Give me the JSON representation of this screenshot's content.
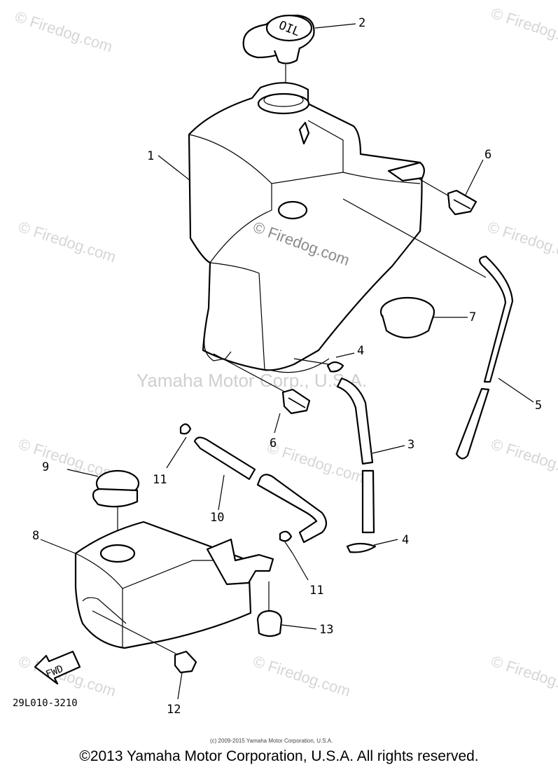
{
  "watermarks": {
    "site": "© Firedog.com",
    "center": "© Firedog.com",
    "corp": "Yamaha Motor Corp., U.S.A."
  },
  "callouts": [
    {
      "id": "1",
      "label": "1"
    },
    {
      "id": "2",
      "label": "2"
    },
    {
      "id": "3",
      "label": "3"
    },
    {
      "id": "4a",
      "label": "4"
    },
    {
      "id": "4b",
      "label": "4"
    },
    {
      "id": "5",
      "label": "5"
    },
    {
      "id": "6a",
      "label": "6"
    },
    {
      "id": "6b",
      "label": "6"
    },
    {
      "id": "7",
      "label": "7"
    },
    {
      "id": "8",
      "label": "8"
    },
    {
      "id": "9",
      "label": "9"
    },
    {
      "id": "10",
      "label": "10"
    },
    {
      "id": "11a",
      "label": "11"
    },
    {
      "id": "11b",
      "label": "11"
    },
    {
      "id": "12",
      "label": "12"
    },
    {
      "id": "13",
      "label": "13"
    }
  ],
  "fwd_label": "FWD",
  "cap_marking": "OIL",
  "part_code": "29L010-3210",
  "small_copyright": "(c) 2009-2015 Yamaha Motor Corporation, U.S.A.",
  "copyright": "©2013 Yamaha Motor Corporation, U.S.A. All rights reserved."
}
